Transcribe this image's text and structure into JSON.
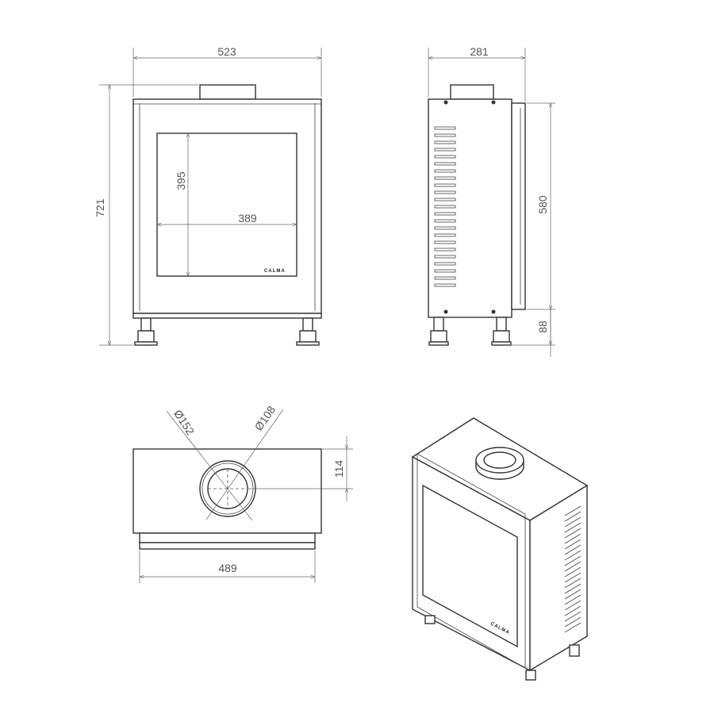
{
  "brand": "CALMA",
  "front_view": {
    "width": "523",
    "height": "721",
    "glass_height": "395",
    "glass_width": "389"
  },
  "side_view": {
    "depth": "281",
    "door_height": "580",
    "leg_height": "88"
  },
  "top_view": {
    "outer_diameter": "Ø152",
    "inner_diameter": "Ø108",
    "flue_offset": "114",
    "width": "489"
  }
}
